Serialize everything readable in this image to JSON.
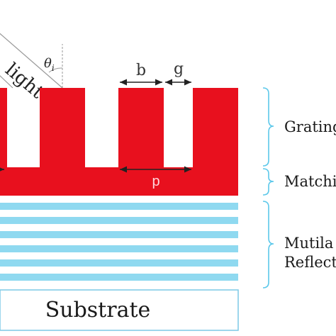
{
  "labels": {
    "incident_light": "light",
    "theta": "θ",
    "theta_sub": "i",
    "ridge_width": "b",
    "gap_width": "g",
    "period": "p",
    "substrate": "Substrate",
    "grating_layer": "Grating",
    "matching_layer": "Matchi",
    "reflector_line1": "Mutila",
    "reflector_line2": "Reflect"
  },
  "colors": {
    "grating_red": "#e8101e",
    "reflector_cyan": "#8fd9f0",
    "brace_cyan": "#5cc8ea",
    "substrate_border": "#7cc9e6",
    "annotation_black": "#222222",
    "period_label_pink": "#ffd6dc"
  }
}
